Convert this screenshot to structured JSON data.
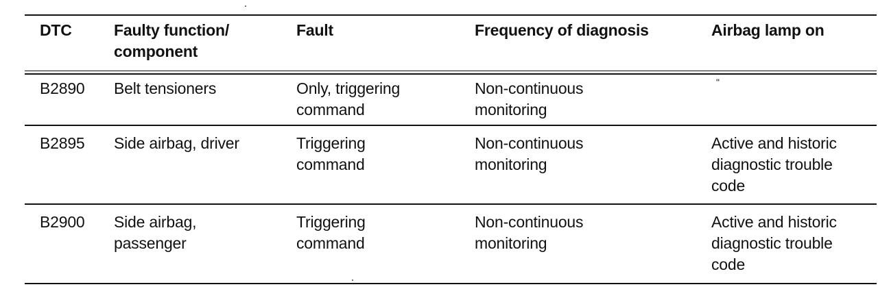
{
  "table": {
    "headers": {
      "dtc": "DTC",
      "function": "Faulty function/ component",
      "fault": "Fault",
      "frequency": "Frequency of diagnosis",
      "lamp": "Airbag lamp on"
    },
    "rows": [
      {
        "dtc": "B2890",
        "function": "Belt tensioners",
        "fault": "Only, triggering command",
        "frequency": "Non-continuous monitoring",
        "lamp": "\""
      },
      {
        "dtc": "B2895",
        "function": "Side airbag, driver",
        "fault": "Triggering command",
        "frequency": "Non-continuous monitoring",
        "lamp": "Active and historic diagnostic trouble code"
      },
      {
        "dtc": "B2900",
        "function": "Side airbag, passenger",
        "fault": "Triggering command",
        "frequency": "Non-continuous monitoring",
        "lamp": "Active and historic diagnostic trouble code"
      }
    ]
  }
}
